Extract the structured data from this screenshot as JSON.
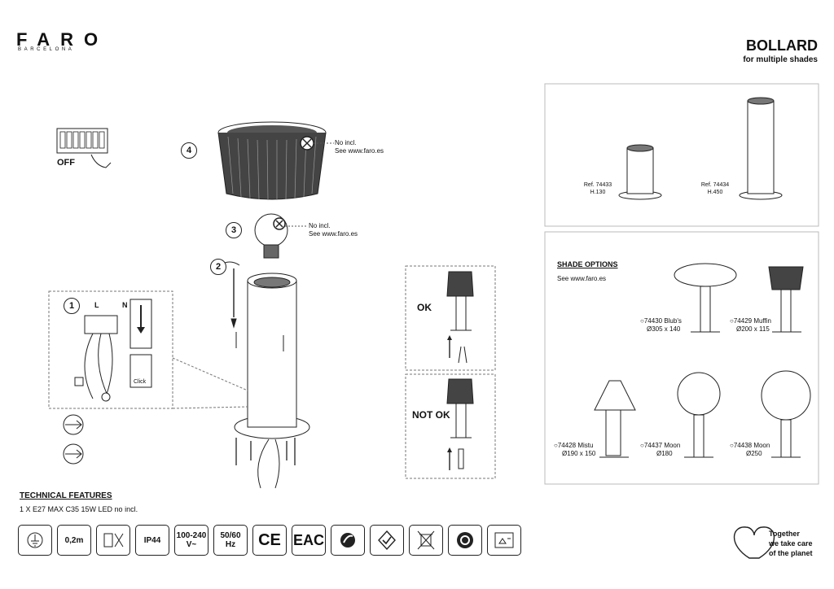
{
  "brand": {
    "name": "FARO",
    "sub": "BARCELONA"
  },
  "header": {
    "title": "BOLLARD",
    "subtitle": "for multiple shades"
  },
  "steps": [
    "4",
    "3",
    "2",
    "1"
  ],
  "notes": {
    "shade_not_incl": "No incl.",
    "shade_see": "See www.faro.es",
    "bulb_not_incl": "No incl.",
    "bulb_see": "See www.faro.es"
  },
  "switch_label": "OFF",
  "wiring": {
    "L": "L",
    "N": "N",
    "click": "Click"
  },
  "check": {
    "ok": "OK",
    "not_ok": "NOT OK"
  },
  "models": [
    {
      "ref": "Ref. 74433",
      "height": "H.130"
    },
    {
      "ref": "Ref. 74434",
      "height": "H.450"
    }
  ],
  "shade_options": {
    "title": "SHADE OPTIONS",
    "see": "See www.faro.es",
    "items": [
      {
        "code": "74430 Blub's",
        "size": "Ø305 x 140"
      },
      {
        "code": "74429 Muffin",
        "size": "Ø200 x 115"
      },
      {
        "code": "74428 Mistu",
        "size": "Ø190 x 150"
      },
      {
        "code": "74437 Moon",
        "size": "Ø180"
      },
      {
        "code": "74438 Moon",
        "size": "Ø250"
      }
    ]
  },
  "technical": {
    "title": "TECHNICAL FEATURES",
    "text": "1 X E27 MAX C35 15W LED no incl."
  },
  "icons": {
    "ground": "ground-icon",
    "distance": "0,2m",
    "ip": "IP44",
    "voltage_top": "100-240",
    "voltage_bottom": "V~",
    "freq_top": "50/60",
    "freq_bottom": "Hz",
    "ce": "CE",
    "eac": "EAC"
  },
  "planet": {
    "line1": "Together",
    "line2": "we take care",
    "line3": "of the planet"
  }
}
